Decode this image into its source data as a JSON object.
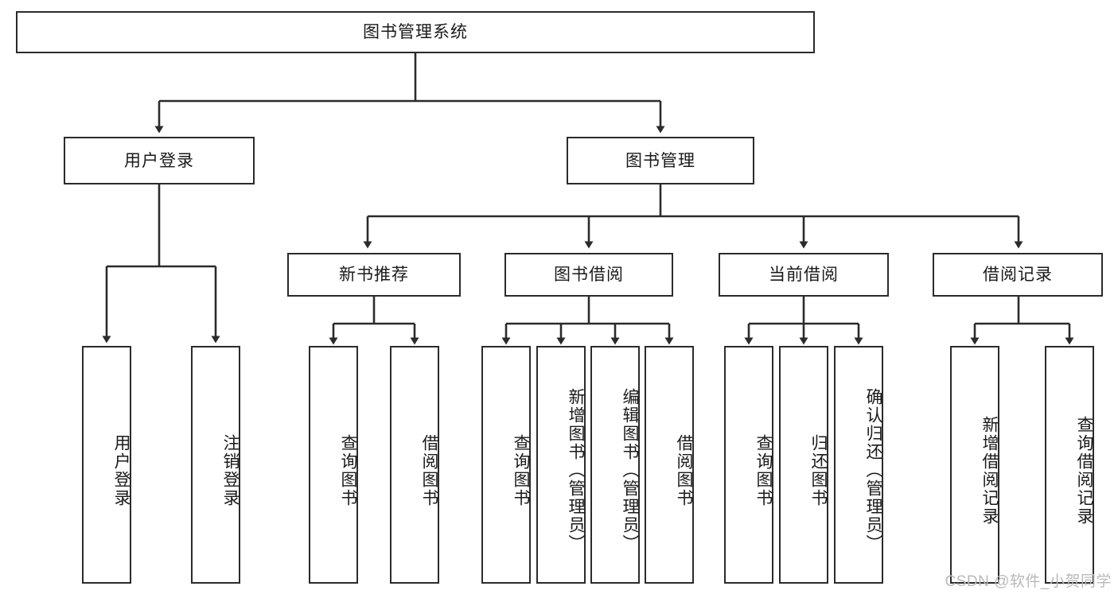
{
  "diagram": {
    "type": "tree",
    "title": "图书管理系统",
    "watermark": "CSDN @软件_小贺同学",
    "colors": {
      "box_border": "#2b2b2b",
      "box_fill": "#ffffff",
      "connector": "#2b2b2b",
      "text": "#1a1a1a",
      "watermark": "#b9b9b9",
      "background": "#ffffff"
    },
    "root": {
      "label": "图书管理系统"
    },
    "level2": [
      {
        "label": "用户登录"
      },
      {
        "label": "图书管理"
      }
    ],
    "level3": [
      {
        "label": "新书推荐"
      },
      {
        "label": "图书借阅"
      },
      {
        "label": "当前借阅"
      },
      {
        "label": "借阅记录"
      }
    ],
    "leaves": {
      "user_login": [
        {
          "label": "用户登录"
        },
        {
          "label": "注销登录"
        }
      ],
      "new_book": [
        {
          "label": "查询图书"
        },
        {
          "label": "借阅图书"
        }
      ],
      "borrow_book": [
        {
          "label": "查询图书"
        },
        {
          "label": "新增图书（管理员）"
        },
        {
          "label": "编辑图书（管理员）"
        },
        {
          "label": "借阅图书"
        }
      ],
      "current_borrow": [
        {
          "label": "查询图书"
        },
        {
          "label": "归还图书"
        },
        {
          "label": "确认归还（管理员）"
        }
      ],
      "borrow_record": [
        {
          "label": "新增借阅记录"
        },
        {
          "label": "查询借阅记录"
        }
      ]
    }
  }
}
